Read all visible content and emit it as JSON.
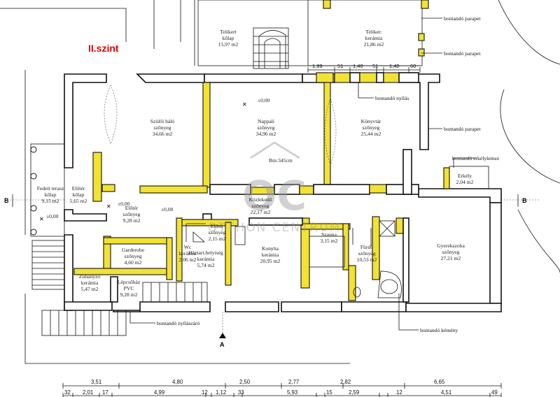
{
  "plan": {
    "level_title": "II.szint",
    "rooms": [
      {
        "id": "terasz_top",
        "lines": [
          "Telikert",
          "kőlap",
          "15,97 m2"
        ]
      },
      {
        "id": "teliker_top",
        "lines": [
          "Teliker:",
          "kerámia",
          "21,86 m2"
        ]
      },
      {
        "id": "szuloi",
        "lines": [
          "Szülői háló",
          "szőnyeg",
          "34,66 m2"
        ]
      },
      {
        "id": "nappali",
        "lines": [
          "Nappali",
          "szőnyeg",
          "34,96 m2"
        ]
      },
      {
        "id": "konyvtar",
        "lines": [
          "Könyvtár",
          "szőnyeg",
          "25,44 m2"
        ]
      },
      {
        "id": "fedett",
        "lines": [
          "Fedett terasz",
          "kőlap",
          "9,15 m2"
        ]
      },
      {
        "id": "eloter1",
        "lines": [
          "Előtér",
          "kőlap",
          "5,65 m2"
        ]
      },
      {
        "id": "eloter2",
        "lines": [
          "Előtér",
          "szőnyeg",
          "9,28 m2"
        ]
      },
      {
        "id": "kozlekedo",
        "lines": [
          "Közlekedő",
          "szőnyeg",
          "22,17 m2"
        ]
      },
      {
        "id": "erkely",
        "lines": [
          "Erkély",
          "2,04 m2"
        ]
      },
      {
        "id": "garderobe",
        "lines": [
          "Garderobe",
          "szőnyeg",
          "4,60 m2"
        ]
      },
      {
        "id": "wc",
        "lines": [
          "Wc",
          "kerámia",
          "2,06 m2"
        ]
      },
      {
        "id": "eloter3",
        "lines": [
          "Előtér",
          "szőnyeg",
          "2,15 m2"
        ]
      },
      {
        "id": "haztart",
        "lines": [
          "Háztart.helyiség",
          "kerámia",
          "5,74 m2"
        ]
      },
      {
        "id": "konyha",
        "lines": [
          "Konyha",
          "kerámia",
          "20,95 m2"
        ]
      },
      {
        "id": "szauna",
        "lines": [
          "Szauna",
          "3,15 m2"
        ]
      },
      {
        "id": "furdo",
        "lines": [
          "Fürdő",
          "szőnyeg",
          "10,53 m2"
        ]
      },
      {
        "id": "gyerek",
        "lines": [
          "Gyerekszoba",
          "szőnyeg",
          "27,21 m2"
        ]
      },
      {
        "id": "zuhany",
        "lines": [
          "Zuhanyzó",
          "kerámia",
          "5,47 m2"
        ]
      },
      {
        "id": "lepcso",
        "lines": [
          "Lépcsőház",
          "PVC",
          "9,28 m2"
        ]
      }
    ],
    "levels": [
      "±0,00",
      "±0,00",
      "±0,00",
      "±0,00"
    ],
    "ceiling_height": "Bm:345cm",
    "annotations": [
      "bontandó parapet",
      "bontandó parapet",
      "bontandó nyílás",
      "bontandó parapet",
      "bontandó erkélylemez",
      "bontandó nyílászáró",
      "bontandó kémény"
    ],
    "section_marks": [
      "B",
      "B",
      "A"
    ],
    "top_dimensions": [
      "1,99",
      "51",
      "1,40",
      "51",
      "1,40",
      "60"
    ],
    "bottom_dimensions_row1": [
      "3,51",
      "4,80",
      "2,50",
      "2,77",
      "2,82",
      "6,65"
    ],
    "bottom_dimensions_row2": [
      "32",
      "2,01",
      "17",
      "4,99",
      "12",
      "1,12",
      "33",
      "5,93",
      "15",
      "2,59",
      "12",
      "4,51",
      "49"
    ],
    "watermark": {
      "brand": "OTTHON CENTRUM"
    }
  }
}
